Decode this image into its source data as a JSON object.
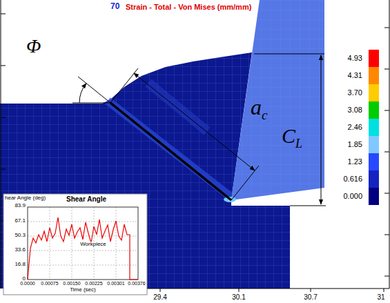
{
  "diagram": {
    "title": "Strain - Total - Von Mises (mm/mm)",
    "labels": [
      "70",
      "Φ",
      "ac",
      "CL",
      "Shear Angle",
      "hear Angle (deg)",
      "83.9",
      "67.1",
      "50.3",
      "33.6",
      "16.8",
      "0",
      "0.0000",
      "0.00075",
      "0.00150",
      "0.00225",
      "0.00301",
      "0.00376",
      "Time (sec)",
      "Workpiece",
      "29.4",
      "30.1",
      "30.7",
      "31"
    ],
    "legend": [
      {
        "text": "4.93",
        "color": "#ff0000"
      },
      {
        "text": "4.31",
        "color": "#ff8800"
      },
      {
        "text": "3.70",
        "color": "#ffcc00"
      },
      {
        "text": "3.08",
        "color": "#00cc00"
      },
      {
        "text": "2.46",
        "color": "#00e0e0"
      },
      {
        "text": "1.85",
        "color": "#80c8ff"
      },
      {
        "text": "1.23",
        "color": "#2848ff"
      },
      {
        "text": "0.616",
        "color": "#1424c0"
      },
      {
        "text": "0.000",
        "color": "#000080"
      }
    ]
  }
}
